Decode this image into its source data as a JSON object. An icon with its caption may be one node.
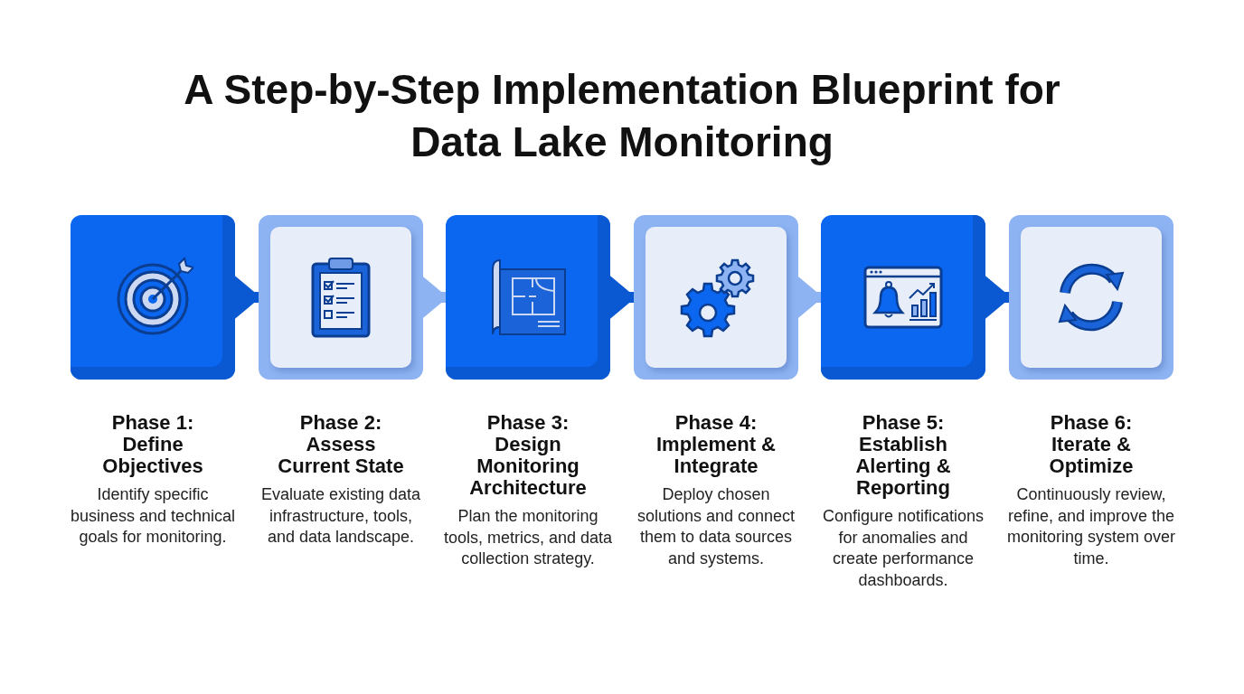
{
  "diagram": {
    "title": "A Step-by-Step Implementation Blueprint for Data Lake Monitoring",
    "nodes": [
      {
        "text": [
          "Phase 1: Define Objectives",
          "Identify specific business and technical goals for monitoring."
        ]
      },
      {
        "text": [
          "Phase 2: Assess Current State",
          "Evaluate existing data infrastructure, tools, and data landscape."
        ]
      },
      {
        "text": [
          "Phase 3: Design Monitoring Architecture",
          "Plan the monitoring tools, metrics, and data collection strategy."
        ]
      },
      {
        "text": [
          "Phase 4: Implement & Integrate",
          "Deploy chosen solutions and connect them to data sources and systems."
        ]
      },
      {
        "text": [
          "Phase 5: Establish Alerting & Reporting",
          "Configure notifications for anomalies and create performance dashboards."
        ]
      },
      {
        "text": [
          "Phase 6: Iterate & Optimize",
          "Continuously review, refine, and improve the monitoring system over time."
        ]
      }
    ],
    "edges": [
      {
        "from": 0,
        "to": 1,
        "arrow": "to"
      },
      {
        "from": 1,
        "to": 2,
        "arrow": "to",
        "color": "#8db3f2"
      },
      {
        "from": 2,
        "to": 3,
        "arrow": "to"
      },
      {
        "from": 3,
        "to": 4,
        "arrow": "to",
        "color": "#8db3f2"
      },
      {
        "from": 4,
        "to": 5,
        "arrow": "to"
      }
    ]
  }
}
